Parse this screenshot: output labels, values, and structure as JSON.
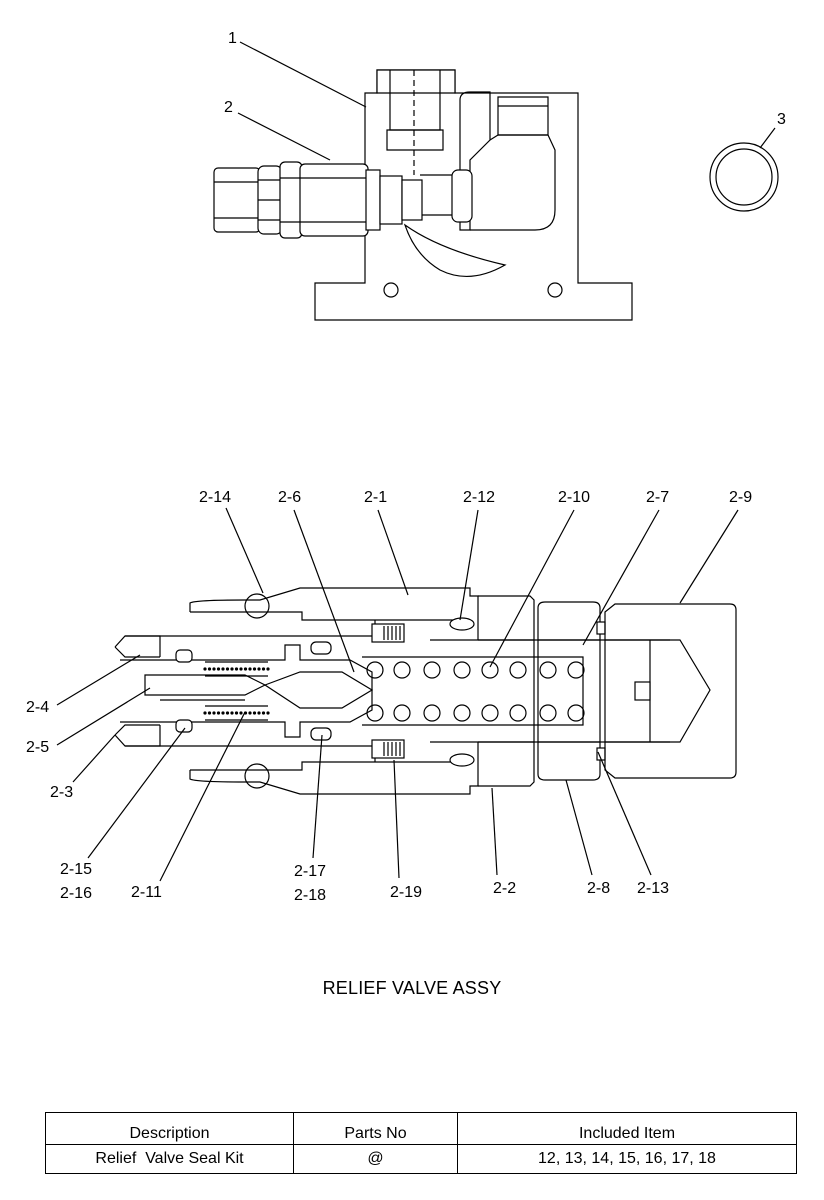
{
  "top_callouts": [
    "1",
    "2",
    "3"
  ],
  "section_callouts": {
    "top_row": [
      "2-14",
      "2-6",
      "2-1",
      "2-12",
      "2-10",
      "2-7",
      "2-9"
    ],
    "left": [
      "2-4",
      "2-5",
      "2-3"
    ],
    "bottom_row": [
      "2-15",
      "2-16",
      "2-11",
      "2-17",
      "2-18",
      "2-19",
      "2-2",
      "2-8",
      "2-13"
    ]
  },
  "caption": "RELIEF VALVE ASSY",
  "table": {
    "headers": [
      "Description",
      "Parts No",
      "Included Item"
    ],
    "rows": [
      {
        "description": "Relief  Valve Seal Kit",
        "parts_no": "@",
        "included_item": "12, 13, 14, 15, 16, 17, 18"
      }
    ]
  }
}
